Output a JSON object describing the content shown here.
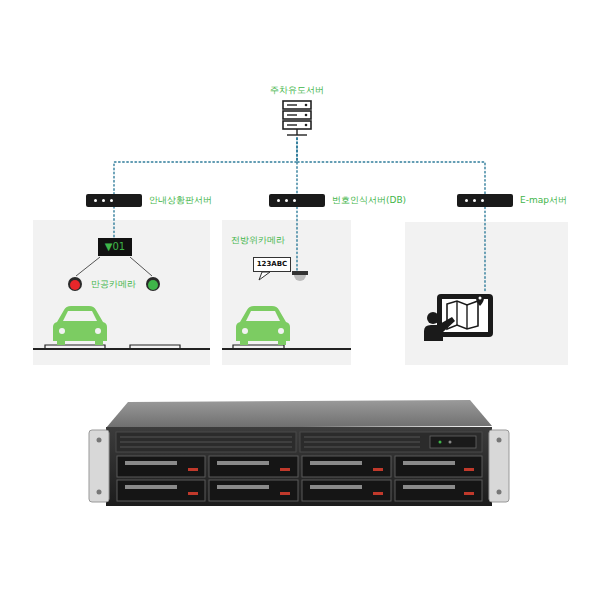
{
  "diagram": {
    "nodes": [
      {
        "text": [
          "주차유도서버"
        ]
      },
      {
        "text": [
          "안내상황판서버"
        ]
      },
      {
        "text": [
          "번호인식서버(DB)"
        ]
      },
      {
        "text": [
          "E-map서버"
        ]
      },
      {
        "text": [
          "▼01"
        ]
      },
      {
        "text": [
          "123ABC"
        ]
      }
    ],
    "edges": [
      {
        "from": 0,
        "to": 1,
        "arrow": "none"
      },
      {
        "from": 0,
        "to": 2,
        "arrow": "none"
      },
      {
        "from": 0,
        "to": 3,
        "arrow": "none"
      },
      {
        "from": 1,
        "to": 4,
        "arrow": "none"
      }
    ],
    "labels": [
      "만공카메라",
      "전방위카메라"
    ]
  }
}
